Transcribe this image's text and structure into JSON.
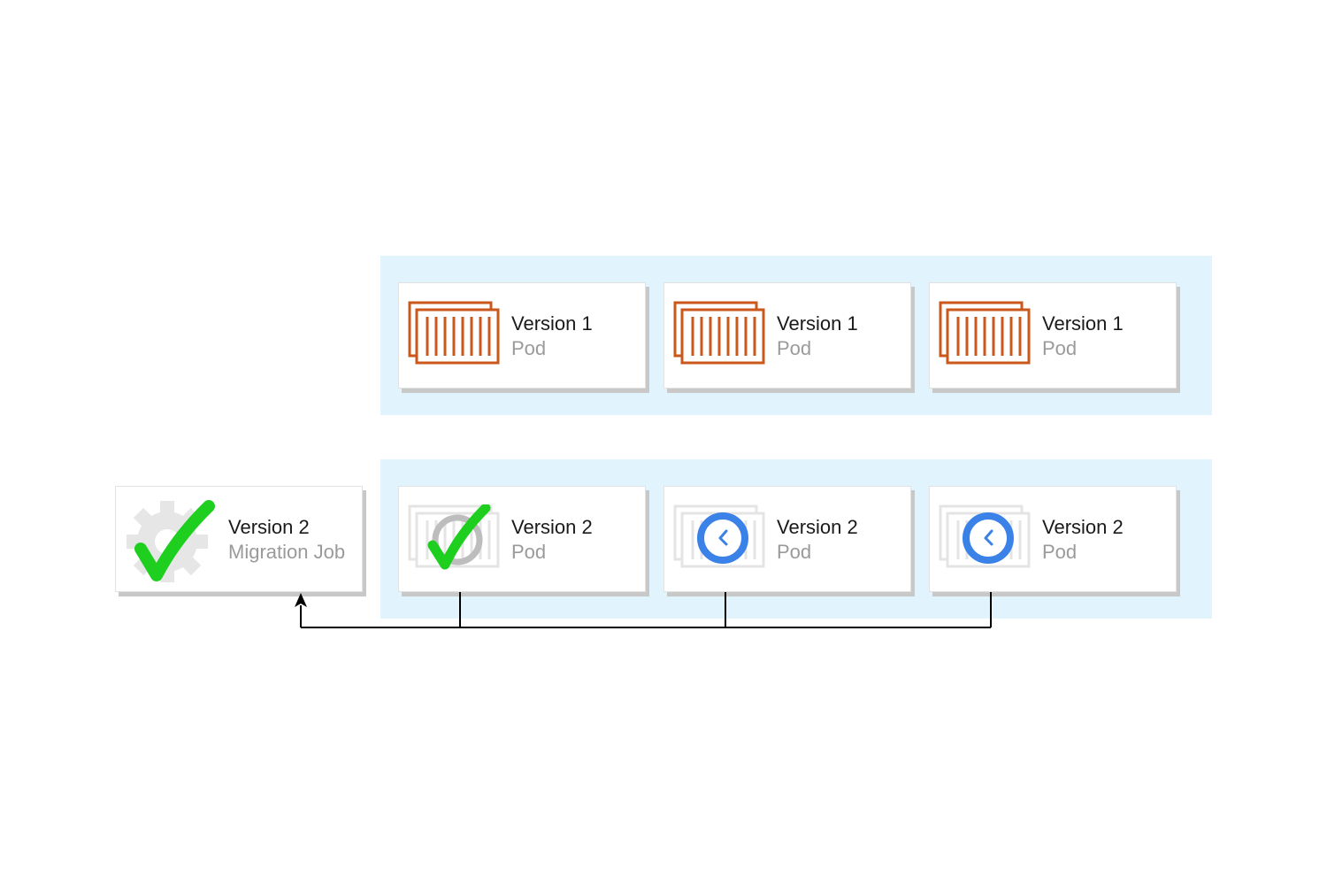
{
  "colors": {
    "group_background": "#e1f3fc",
    "container_orange": "#c9581a",
    "container_faded": "#e4e4e4",
    "check_green": "#1fcf1f",
    "clock_blue": "#3b82e8",
    "gear_gray": "#e6e6e6",
    "connector": "#000000"
  },
  "version1_pods": [
    {
      "title": "Version 1",
      "subtitle": "Pod",
      "icon": "container-icon"
    },
    {
      "title": "Version 1",
      "subtitle": "Pod",
      "icon": "container-icon"
    },
    {
      "title": "Version 1",
      "subtitle": "Pod",
      "icon": "container-icon"
    }
  ],
  "migration_job": {
    "title": "Version 2",
    "subtitle": "Migration Job",
    "icon": "gear-check-icon"
  },
  "version2_pods": [
    {
      "title": "Version 2",
      "subtitle": "Pod",
      "icon": "container-check-icon"
    },
    {
      "title": "Version 2",
      "subtitle": "Pod",
      "icon": "container-clock-icon"
    },
    {
      "title": "Version 2",
      "subtitle": "Pod",
      "icon": "container-clock-icon"
    }
  ]
}
